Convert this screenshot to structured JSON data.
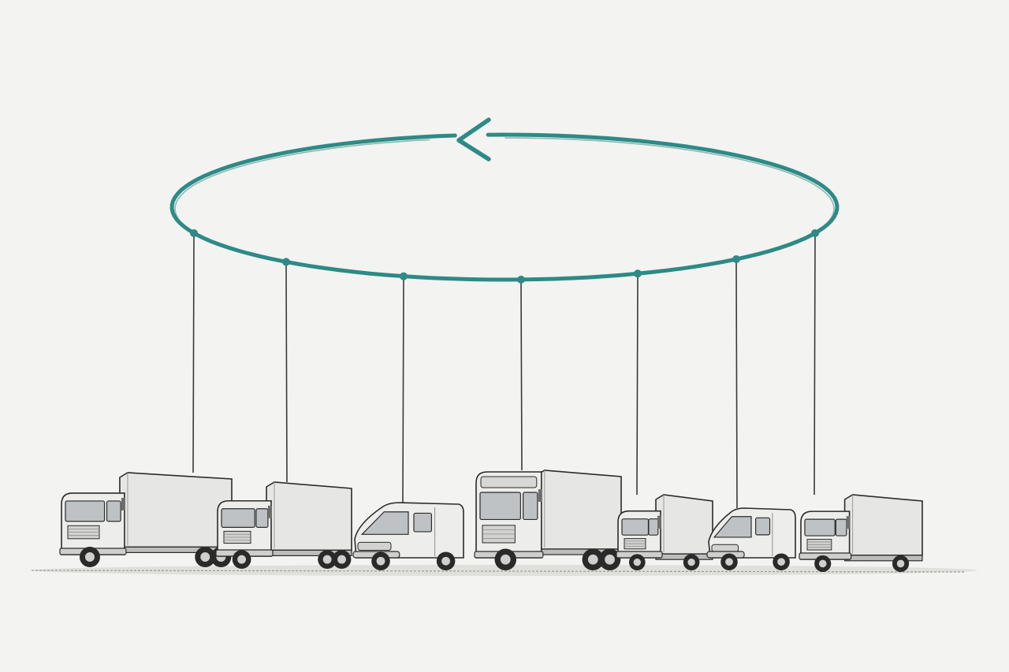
{
  "colors": {
    "background": "#f3f3f1",
    "loop": "#2e8a86",
    "line": "#3a3a3a",
    "body_fill": "#e6e6e4",
    "cab_fill": "#ededeb",
    "outline": "#2b2b2b",
    "window": "#bfc2c4",
    "tire": "#2a2a2a",
    "ground": "#9a9a9a"
  },
  "diagram": {
    "loop_direction": "counterclockwise",
    "loop_arrow_icon": "arrow-left-icon",
    "vehicles": [
      {
        "kind": "box-truck",
        "icon": "box-truck-icon"
      },
      {
        "kind": "box-truck",
        "icon": "box-truck-icon"
      },
      {
        "kind": "van",
        "icon": "van-icon"
      },
      {
        "kind": "semi-truck",
        "icon": "semi-truck-icon"
      },
      {
        "kind": "box-truck",
        "icon": "box-truck-icon"
      },
      {
        "kind": "van",
        "icon": "van-icon"
      },
      {
        "kind": "box-truck",
        "icon": "box-truck-icon"
      }
    ]
  }
}
